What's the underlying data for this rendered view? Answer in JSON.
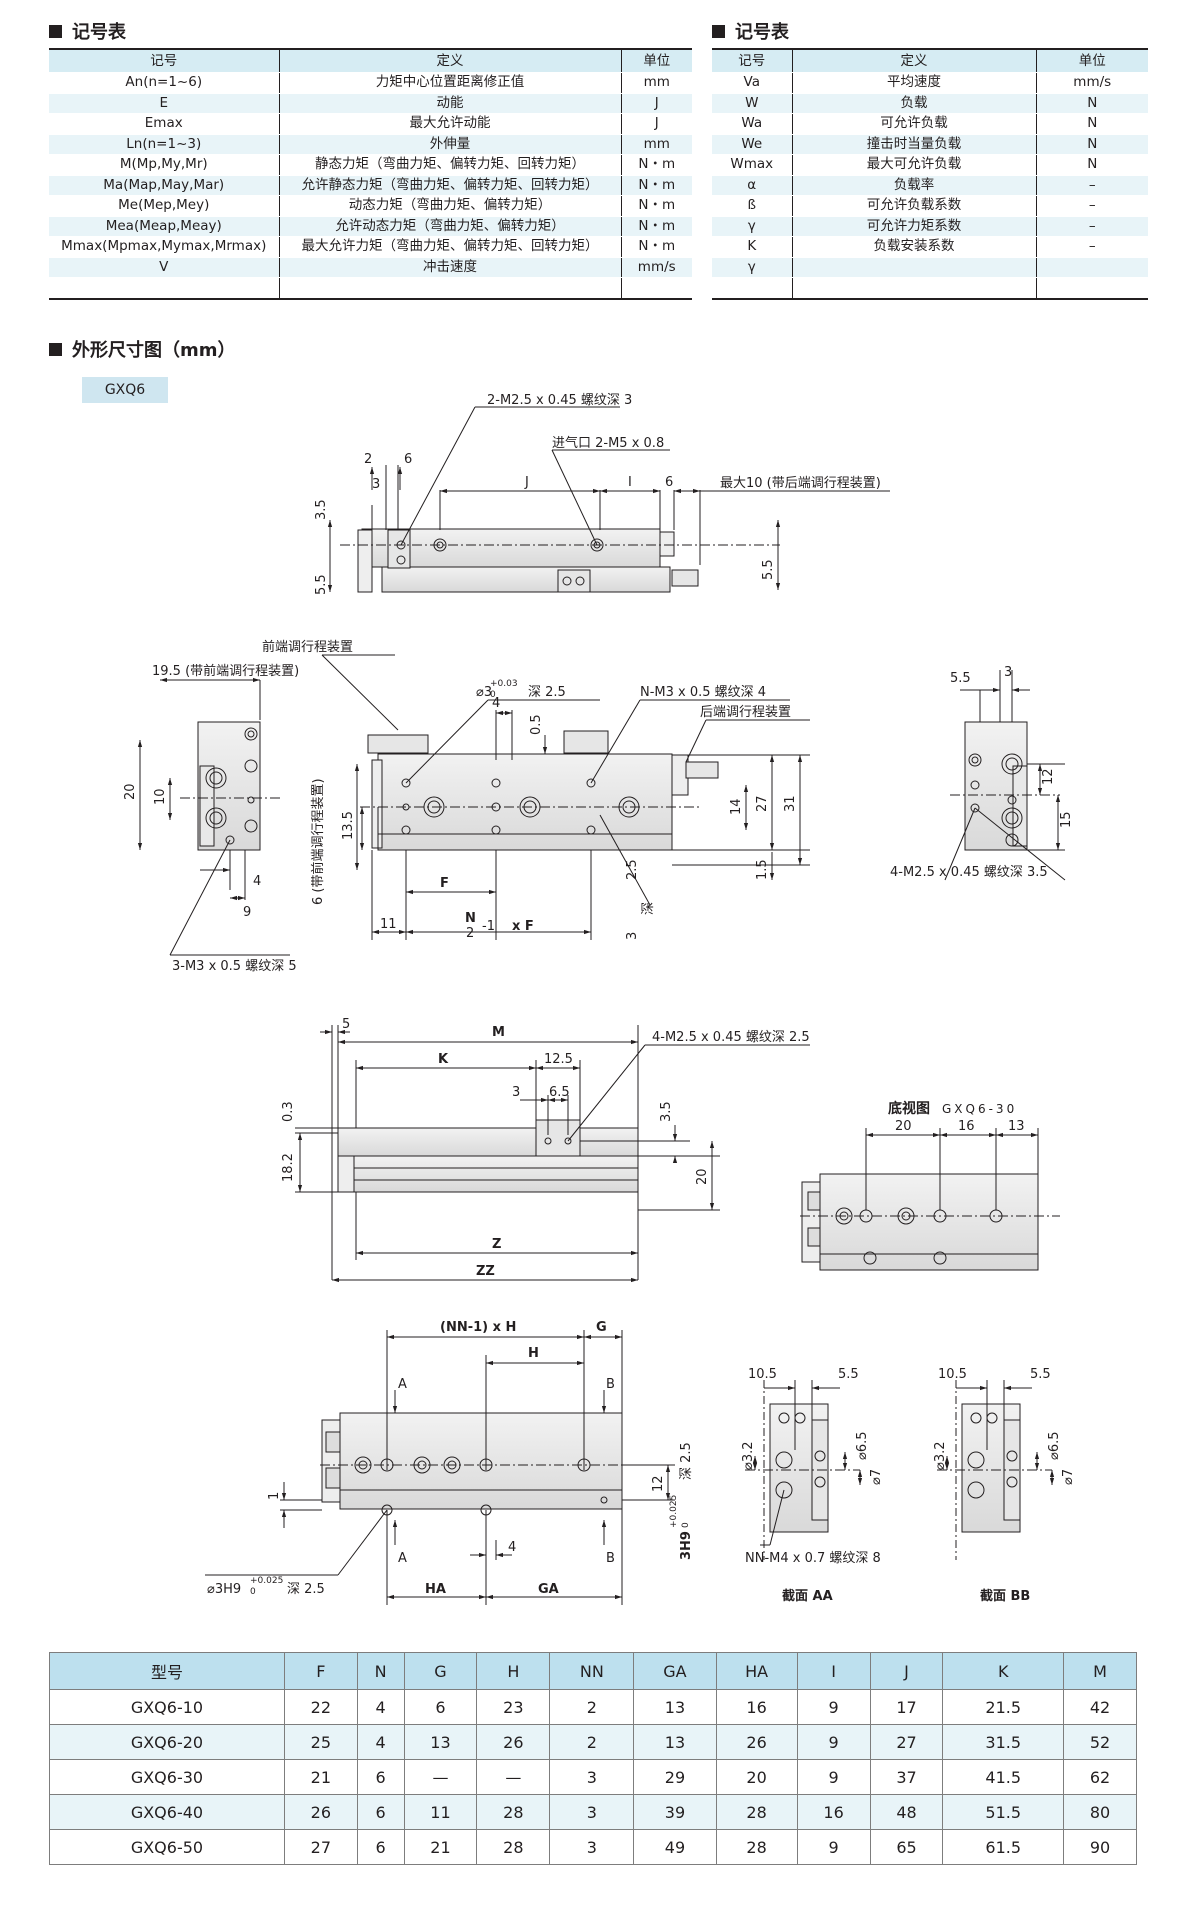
{
  "symbol_table_left": {
    "title": "记号表",
    "headers": [
      "记号",
      "定义",
      "单位"
    ],
    "rows": [
      [
        "An(n=1~6)",
        "力矩中心位置距离修正值",
        "mm"
      ],
      [
        "E",
        "动能",
        "J"
      ],
      [
        "Emax",
        "最大允许动能",
        "J"
      ],
      [
        "Ln(n=1~3)",
        "外伸量",
        "mm"
      ],
      [
        "M(Mp,My,Mr)",
        "静态力矩（弯曲力矩、偏转力矩、回转力矩）",
        "N・m"
      ],
      [
        "Ma(Map,May,Mar)",
        "允许静态力矩（弯曲力矩、偏转力矩、回转力矩）",
        "N・m"
      ],
      [
        "Me(Mep,Mey)",
        "动态力矩（弯曲力矩、偏转力矩）",
        "N・m"
      ],
      [
        "Mea(Meap,Meay)",
        "允许动态力矩（弯曲力矩、偏转力矩）",
        "N・m"
      ],
      [
        "Mmax(Mpmax,Mymax,Mrmax)",
        "最大允许力矩（弯曲力矩、偏转力矩、回转力矩）",
        "N・m"
      ],
      [
        "V",
        "冲击速度",
        "mm/s"
      ],
      [
        "",
        "",
        ""
      ]
    ]
  },
  "symbol_table_right": {
    "title": "记号表",
    "headers": [
      "记号",
      "定义",
      "单位"
    ],
    "rows": [
      [
        "Va",
        "平均速度",
        "mm/s"
      ],
      [
        "W",
        "负载",
        "N"
      ],
      [
        "Wa",
        "可允许负载",
        "N"
      ],
      [
        "We",
        "撞击时当量负载",
        "N"
      ],
      [
        "Wmax",
        "最大可允许负载",
        "N"
      ],
      [
        "α",
        "负载率",
        "–"
      ],
      [
        "ß",
        "可允许负载系数",
        "–"
      ],
      [
        "γ",
        "可允许力矩系数",
        "–"
      ],
      [
        "K",
        "负载安装系数",
        "–"
      ],
      [
        "γ",
        "",
        ""
      ],
      [
        "",
        "",
        ""
      ]
    ]
  },
  "outline": {
    "title": "外形尺寸图（mm）",
    "model": "GXQ6"
  },
  "drawing_labels": {
    "d1": [
      "2-M2.5 x 0.45 螺纹深 3",
      "进气口 2-M5 x 0.8",
      "最大10 (带后端调行程装置)",
      "2",
      "6",
      "3",
      "J",
      "I",
      "6",
      "3.5",
      "5.5",
      "5.5"
    ],
    "d2": [
      "前端调行程装置",
      "19.5 (带前端调行程装置)",
      "20",
      "10",
      "4",
      "9",
      "3-M3 x 0.5 螺纹深 5"
    ],
    "d3": [
      "⌀3",
      "+0.03",
      "0",
      "深 2.5",
      "4",
      "N-M3 x 0.5 螺纹深 4",
      "0.5",
      "后端调行程装置",
      "6 (带前端调行程装置)",
      "13.5",
      "14",
      "27",
      "31",
      "1.5",
      "F",
      "11",
      "N",
      "2",
      "-1",
      "x F",
      "2.5",
      "深",
      "3"
    ],
    "d4": [
      "5.5",
      "3",
      "12",
      "15",
      "4-M2.5 x 0.45 螺纹深 3.5"
    ],
    "d5": [
      "5",
      "M",
      "K",
      "12.5",
      "4-M2.5 x 0.45 螺纹深 2.5",
      "3",
      "6.5",
      "0.3",
      "3.5",
      "18.2",
      "20",
      "Z",
      "ZZ"
    ],
    "d6": [
      "底视图",
      "GXQ6-30",
      "20",
      "16",
      "13"
    ],
    "d7": [
      "(NN-1) x H",
      "G",
      "H",
      "A",
      "B",
      "1",
      "12",
      "3H9",
      "+0.025",
      "0",
      "深 2.5",
      "A",
      "B",
      "4",
      "⌀3H9",
      "+0.025",
      "0",
      "深 2.5",
      "HA",
      "GA"
    ],
    "d8": [
      "10.5",
      "5.5",
      "⌀3.2",
      "⌀6.5",
      "⌀7",
      "NN-M4 x 0.7 螺纹深 8",
      "截面 AA"
    ],
    "d9": [
      "10.5",
      "5.5",
      "⌀3.2",
      "⌀6.5",
      "⌀7",
      "截面 BB"
    ]
  },
  "dim_table": {
    "headers": [
      "型号",
      "F",
      "N",
      "G",
      "H",
      "NN",
      "GA",
      "HA",
      "I",
      "J",
      "K",
      "M"
    ],
    "rows": [
      [
        "GXQ6-10",
        "22",
        "4",
        "6",
        "23",
        "2",
        "13",
        "16",
        "9",
        "17",
        "21.5",
        "42"
      ],
      [
        "GXQ6-20",
        "25",
        "4",
        "13",
        "26",
        "2",
        "13",
        "26",
        "9",
        "27",
        "31.5",
        "52"
      ],
      [
        "GXQ6-30",
        "21",
        "6",
        "—",
        "—",
        "3",
        "29",
        "20",
        "9",
        "37",
        "41.5",
        "62"
      ],
      [
        "GXQ6-40",
        "26",
        "6",
        "11",
        "28",
        "3",
        "39",
        "28",
        "16",
        "48",
        "51.5",
        "80"
      ],
      [
        "GXQ6-50",
        "27",
        "6",
        "21",
        "28",
        "3",
        "49",
        "28",
        "9",
        "65",
        "61.5",
        "90"
      ]
    ]
  }
}
